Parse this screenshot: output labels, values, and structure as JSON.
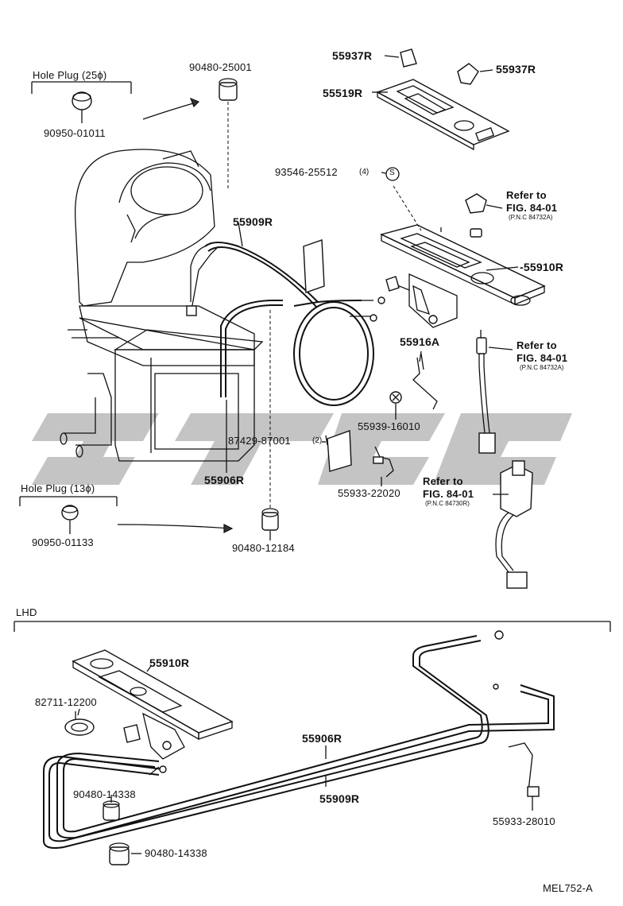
{
  "labels": {
    "hole_plug_25": "Hole Plug (25ϕ)",
    "p90950_01011": "90950-01011",
    "p90480_25001": "90480-25001",
    "p55937R_left": "55937R",
    "p55937R_right": "55937R",
    "p55519R": "55519R",
    "p93546_25512": "93546-25512",
    "p93546_qty": "(4)",
    "p93546_symbol": "S",
    "refer_to_1": "Refer to",
    "fig_84_01_1": "FIG. 84-01",
    "pnc_84732a_1": "(P.N.C 84732A)",
    "p55909R_top": "55909R",
    "p55910R_top": "-55910R",
    "p55916A": "55916A",
    "refer_to_2": "Refer to",
    "fig_84_01_2": "FIG. 84-01",
    "pnc_84732a_2": "(P.N.C 84732A)",
    "p55939_16010": "55939-16010",
    "p87429_87001": "87429-87001",
    "p87429_qty": "(2)",
    "p55906R_top": "55906R",
    "p55933_22020": "55933-22020",
    "refer_to_3": "Refer to",
    "fig_84_01_3": "FIG. 84-01",
    "pnc_84730r": "(P.N.C 84730R)",
    "hole_plug_13": "Hole Plug (13ϕ)",
    "p90950_01133": "90950-01133",
    "p90480_12184": "90480-12184",
    "lhd": "LHD",
    "p55910R_lhd": "55910R",
    "p82711_12200": "82711-12200",
    "p55906R_lhd": "55906R",
    "p90480_14338_a": "90480-14338",
    "p55909R_lhd": "55909R",
    "p55933_28010": "55933-28010",
    "p90480_14338_b": "90480-14338",
    "diagram_code": "MEL752-A"
  },
  "colors": {
    "line": "#111111",
    "watermark": "#c4c4c4",
    "background": "#ffffff"
  }
}
